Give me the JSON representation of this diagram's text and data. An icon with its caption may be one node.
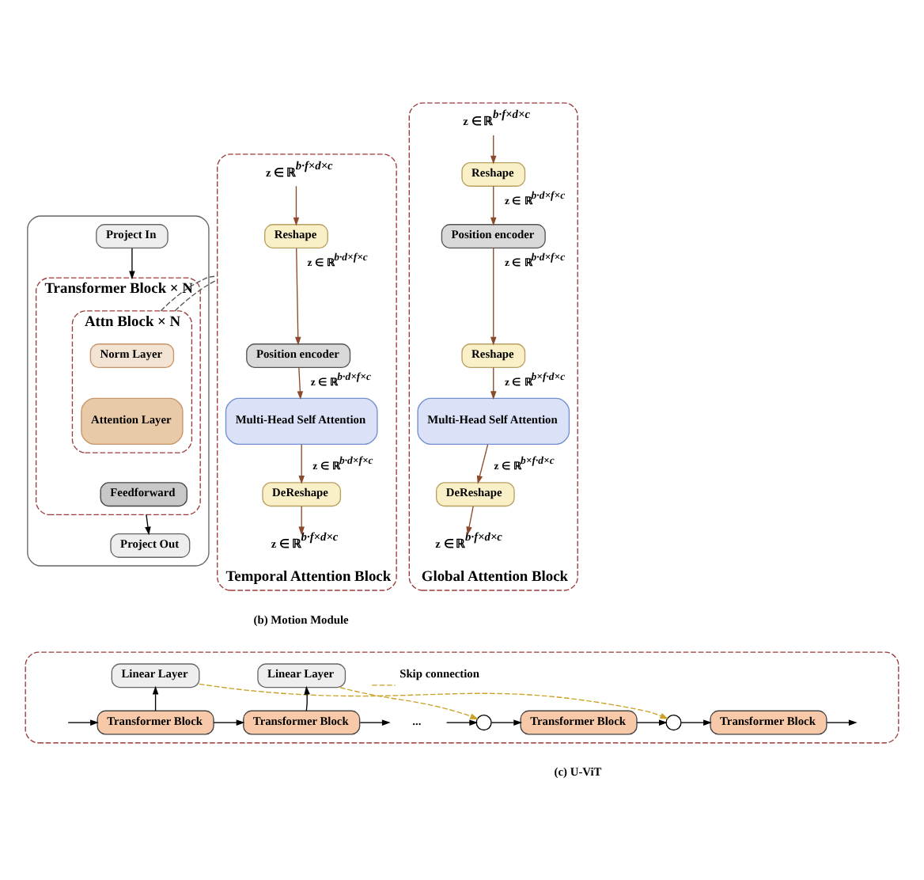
{
  "diagram": {
    "nodes": [
      {
        "text": [],
        "shape": "box"
      },
      {
        "text": [
          "Project In"
        ],
        "in": 0
      },
      {
        "text": [
          "Transformer Block × N"
        ],
        "in": 0
      },
      {
        "text": [
          "Attn Block × N"
        ],
        "in": 2
      },
      {
        "text": [
          "Norm Layer"
        ],
        "in": 3
      },
      {
        "text": [
          "Attention Layer"
        ],
        "in": 3
      },
      {
        "text": [
          "Feedforward"
        ],
        "in": 2
      },
      {
        "text": [
          "Project Out"
        ],
        "in": 0
      },
      {
        "text": [
          "Temporal Attention Block"
        ]
      },
      {
        "text": [
          "z ∈ ℝ$^{b·f×d×c}$"
        ],
        "in": 8
      },
      {
        "text": [
          "Reshape"
        ],
        "in": 8
      },
      {
        "text": [
          "Position encoder"
        ],
        "in": 8
      },
      {
        "text": [
          "Multi-Head Self Attention"
        ],
        "in": 8
      },
      {
        "text": [
          "DeReshape"
        ],
        "in": 8
      },
      {
        "text": [
          "z ∈ ℝ$^{b·f×d×c}$"
        ],
        "in": 8
      },
      {
        "text": [
          "Global Attention Block"
        ]
      },
      {
        "text": [
          "z ∈ ℝ$^{b·f×d×c}$"
        ],
        "in": 15
      },
      {
        "text": [
          "Reshape"
        ],
        "in": 15
      },
      {
        "text": [
          "Position encoder"
        ],
        "in": 15
      },
      {
        "text": [
          "Reshape"
        ],
        "in": 15
      },
      {
        "text": [
          "Multi-Head Self Attention"
        ],
        "in": 15
      },
      {
        "text": [
          "DeReshape"
        ],
        "in": 15
      },
      {
        "text": [
          "z ∈ ℝ$^{b·f×d×c}$"
        ],
        "in": 15
      },
      {
        "text": [],
        "shape": "box"
      },
      {
        "text": [
          "Linear Layer"
        ],
        "in": 23
      },
      {
        "text": [
          "Linear Layer"
        ],
        "in": 23
      },
      {
        "text": [
          "Transformer Block"
        ],
        "in": 23
      },
      {
        "text": [
          "Transformer Block"
        ],
        "in": 23
      },
      {
        "text": [
          "..."
        ],
        "in": 23
      },
      {
        "text": [],
        "shape": "circle",
        "in": 23
      },
      {
        "text": [
          "Transformer Block"
        ],
        "in": 23
      },
      {
        "text": [],
        "shape": "circle",
        "in": 23
      },
      {
        "text": [
          "Transformer Block"
        ],
        "in": 23
      }
    ],
    "edges": [
      {
        "from": 1,
        "to": 2,
        "arrow": "to",
        "color": "#000000"
      },
      {
        "from": 2,
        "to": 7,
        "arrow": "to",
        "color": "#000000"
      },
      {
        "from": 3,
        "to": 8,
        "arrow": "none",
        "style": "dashed",
        "color": "#555555"
      },
      {
        "from": 3,
        "to": 8,
        "arrow": "none",
        "style": "dashed",
        "color": "#555555"
      },
      {
        "from": 9,
        "to": 10,
        "arrow": "to",
        "color": "#8b4a2b"
      },
      {
        "from": 10,
        "to": 11,
        "arrow": "to",
        "label": "z ∈ ℝ$^{b·d×f×c}$",
        "color": "#8b4a2b"
      },
      {
        "from": 11,
        "to": 12,
        "arrow": "to",
        "label": "z ∈ ℝ$^{b·d×f×c}$",
        "color": "#8b4a2b"
      },
      {
        "from": 12,
        "to": 13,
        "arrow": "to",
        "label": "z ∈ ℝ$^{b·d×f×c}$",
        "color": "#8b4a2b"
      },
      {
        "from": 13,
        "to": 14,
        "arrow": "to",
        "color": "#8b4a2b"
      },
      {
        "from": 16,
        "to": 17,
        "arrow": "to",
        "color": "#8b4a2b"
      },
      {
        "from": 17,
        "to": 18,
        "arrow": "to",
        "label": "z ∈ ℝ$^{b·d×f×c}$",
        "color": "#8b4a2b"
      },
      {
        "from": 18,
        "to": 19,
        "arrow": "to",
        "label": "z ∈ ℝ$^{b·d×f×c}$",
        "color": "#8b4a2b"
      },
      {
        "from": 19,
        "to": 20,
        "arrow": "to",
        "label": "z ∈ ℝ$^{b×f·d×c}$",
        "color": "#8b4a2b"
      },
      {
        "from": 20,
        "to": 21,
        "arrow": "to",
        "label": "z ∈ ℝ$^{b×f·d×c}$",
        "color": "#8b4a2b"
      },
      {
        "from": 21,
        "to": 22,
        "arrow": "to",
        "color": "#8b4a2b"
      },
      {
        "from": null,
        "to": 26,
        "arrow": "to",
        "color": "#000000"
      },
      {
        "from": 26,
        "to": 24,
        "arrow": "to",
        "color": "#000000"
      },
      {
        "from": 26,
        "to": 27,
        "arrow": "to",
        "color": "#000000"
      },
      {
        "from": 27,
        "to": 25,
        "arrow": "to",
        "color": "#000000"
      },
      {
        "from": 27,
        "to": 28,
        "arrow": "to",
        "color": "#000000"
      },
      {
        "from": 28,
        "to": 29,
        "arrow": "to",
        "color": "#000000"
      },
      {
        "from": 29,
        "to": 30,
        "arrow": "to",
        "color": "#000000"
      },
      {
        "from": 30,
        "to": 31,
        "arrow": "to",
        "color": "#000000"
      },
      {
        "from": 31,
        "to": 32,
        "arrow": "to",
        "color": "#000000"
      },
      {
        "from": 32,
        "to": null,
        "arrow": "to",
        "color": "#000000"
      },
      {
        "from": 24,
        "to": 31,
        "arrow": "to",
        "style": "dashed",
        "color": "#c9a227"
      },
      {
        "from": 25,
        "to": 29,
        "arrow": "to",
        "style": "dashed",
        "color": "#c9a227"
      }
    ],
    "labels": [
      "(b) Motion Module",
      "(c) U-ViT"
    ],
    "legend": [
      {
        "text": "Skip connection"
      }
    ]
  }
}
